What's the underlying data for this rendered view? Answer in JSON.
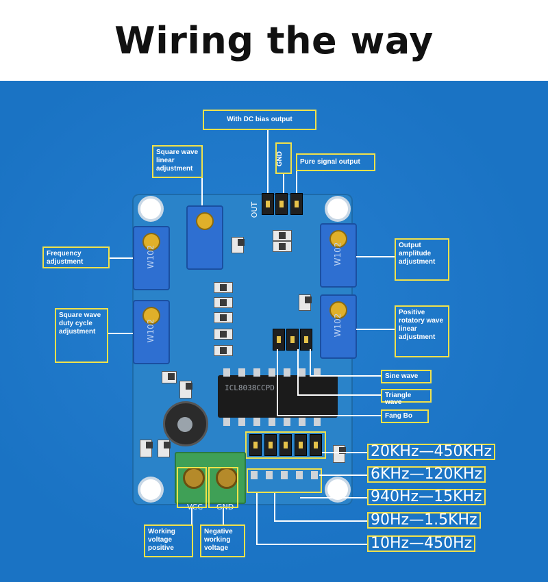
{
  "title": "Wiring the way",
  "labels": {
    "dc_bias": "With DC bias output",
    "gnd_pin": "GND",
    "pure_signal": "Pure signal output",
    "square_linear": "Square wave linear adjustment",
    "frequency": "Frequency adjustment",
    "square_duty": "Square wave duty cycle adjustment",
    "output_amplitude": "Output amplitude adjustment",
    "positive_rotatory": "Positive rotatory wave linear adjustment",
    "sine": "Sine wave",
    "triangle": "Triangle wave",
    "fangbo": "Fang Bo",
    "working_voltage": "Working voltage positive",
    "negative_working": "Negative working voltage"
  },
  "frequency_ranges": [
    "20KHz—450KHz",
    "6KHz—120KHz",
    "940Hz—15KHz",
    "90Hz—1.5KHz",
    "10Hz—450Hz"
  ],
  "board_text": {
    "out": "OUT",
    "vcc": "VCC",
    "gnd": "GND",
    "pot": "W102"
  },
  "colors": {
    "background": "#1a73c4",
    "label_border": "#f2e24a",
    "terminal": "#3fa056"
  }
}
